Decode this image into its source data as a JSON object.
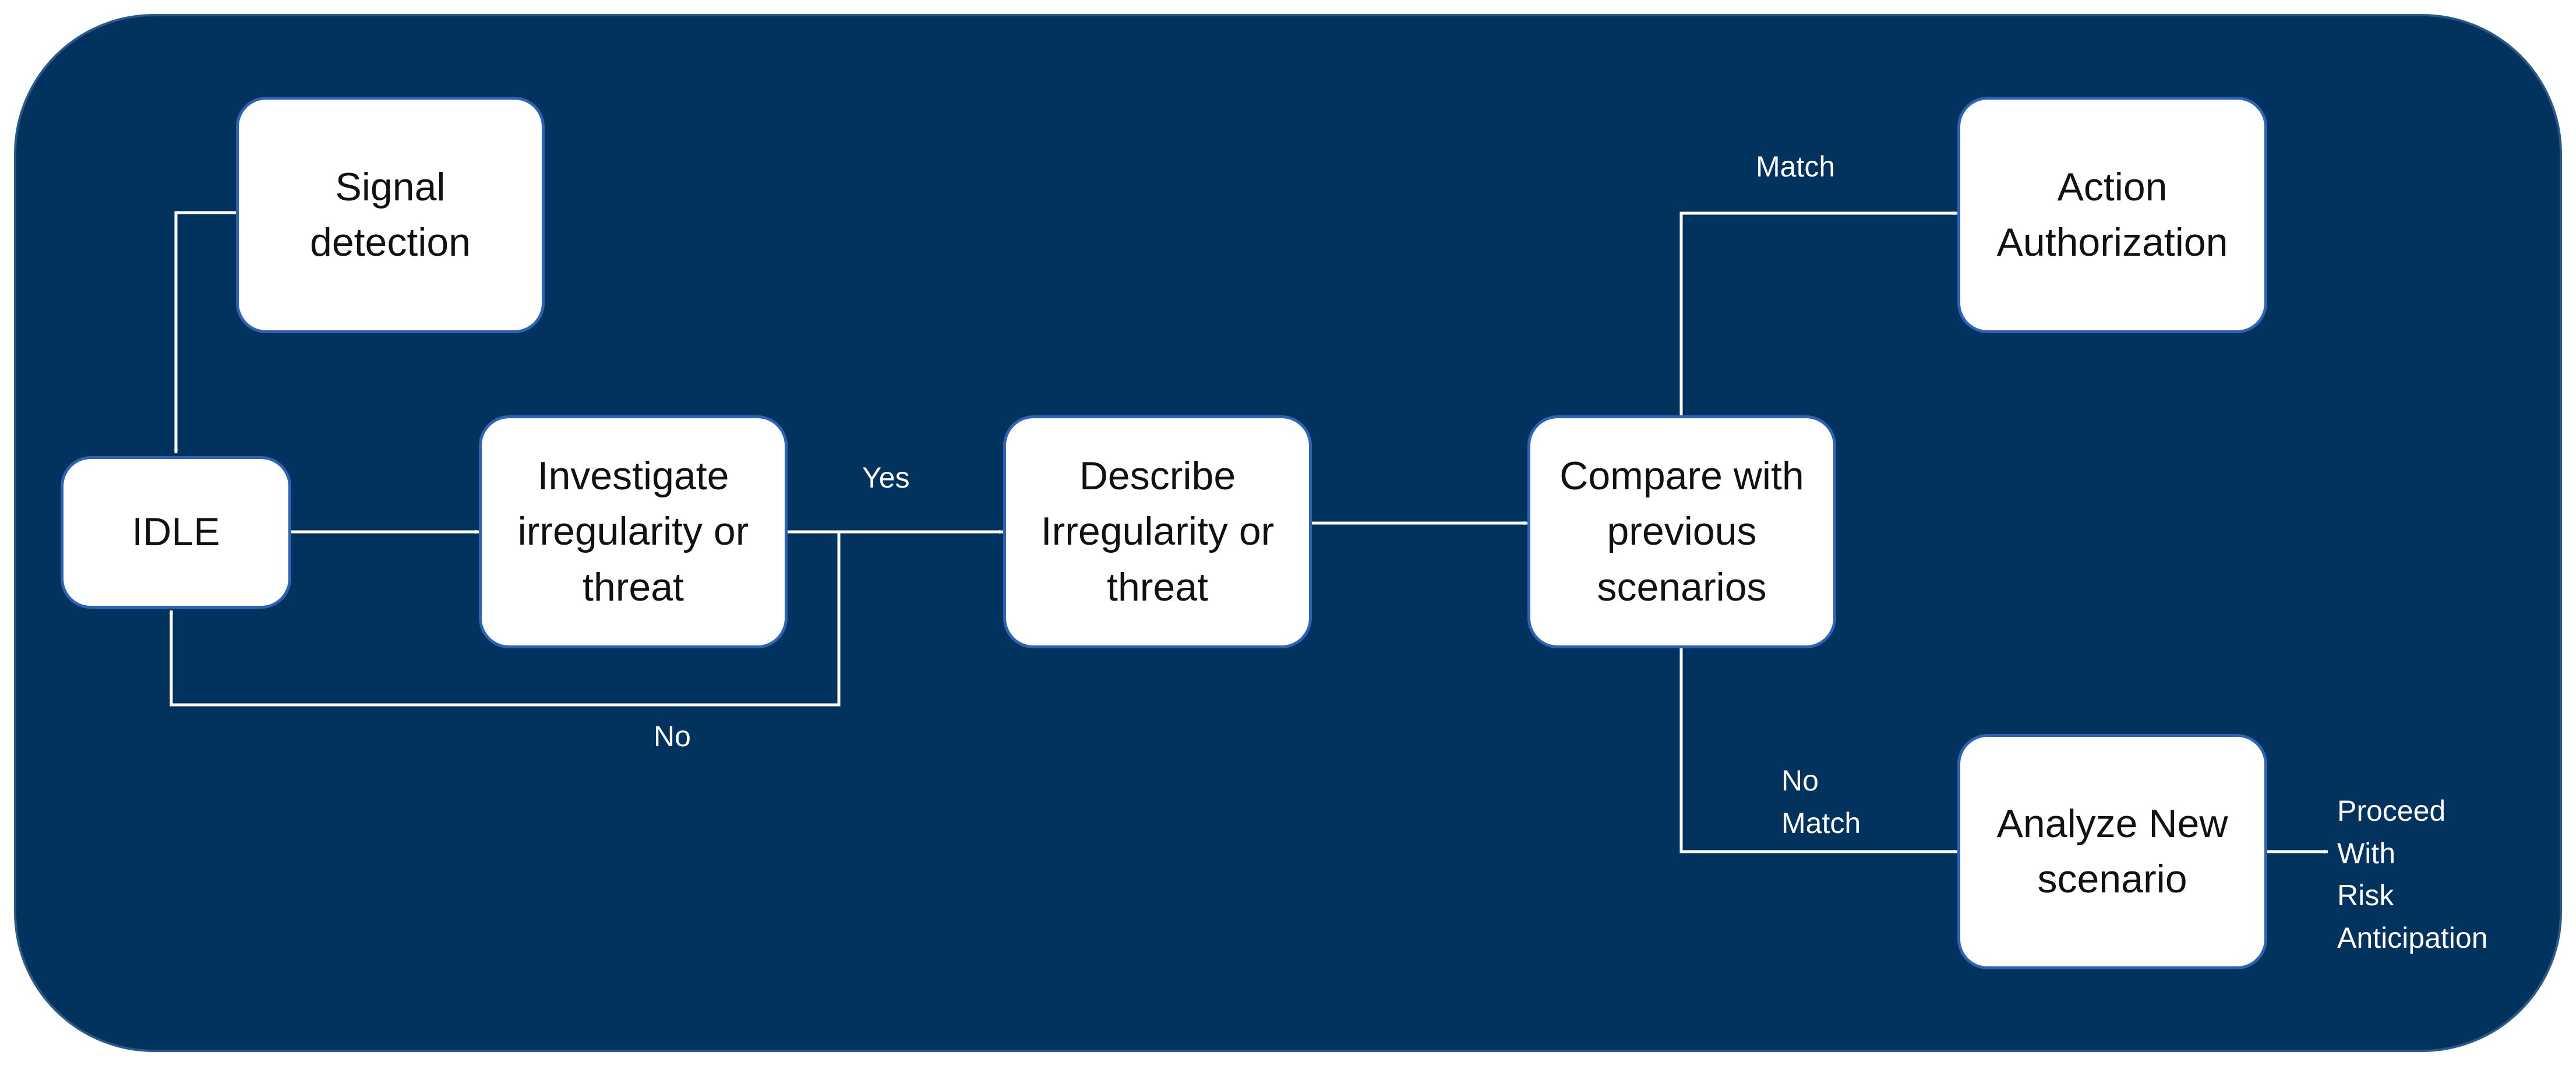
{
  "nodes": {
    "signal": "Signal\ndetection",
    "idle": "IDLE",
    "investigate": "Investigate\nirregularity or\nthreat",
    "describe": "Describe\nIrregularity or\nthreat",
    "compare": "Compare with\nprevious\nscenarios",
    "action": "Action\nAuthorization",
    "analyze": "Analyze New\nscenario"
  },
  "edges": {
    "yes": "Yes",
    "no": "No",
    "match": "Match",
    "no_match": "No\nMatch",
    "proceed": "Proceed\nWith\nRisk\nAnticipation"
  },
  "colors": {
    "background": "#02335f",
    "node_fill": "#ffffff",
    "node_border": "#2c63b8",
    "wire": "#ffffff"
  }
}
